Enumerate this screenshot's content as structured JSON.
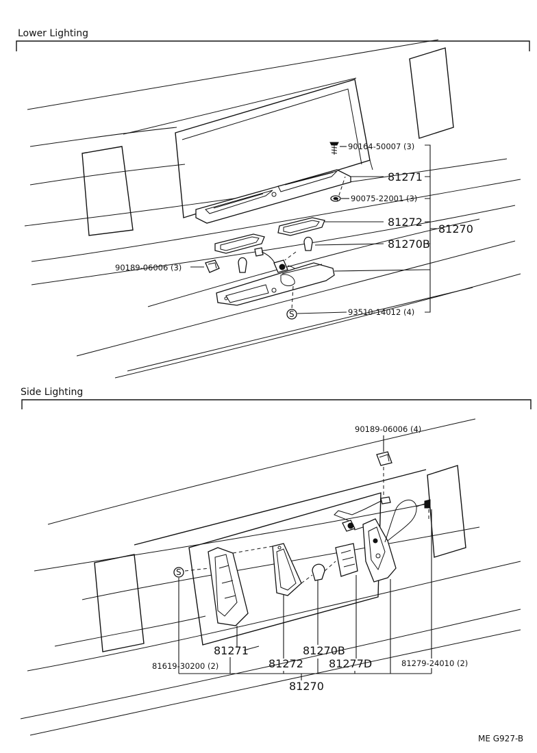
{
  "lower_section": {
    "title": "Lower Lighting",
    "labels": {
      "screw": "90164-50007 (3)",
      "lens": "81271",
      "washer": "90075-22001 (3)",
      "gasket": "81272",
      "assembly": "81270",
      "bulb": "81270B",
      "clip": "90189-06006 (3)",
      "screw_s": "93510-14012 (4)",
      "s_mark": "S"
    }
  },
  "side_section": {
    "title": "Side Lighting",
    "labels": {
      "clip": "90189-06006 (4)",
      "s_mark": "S",
      "lens": "81271",
      "gasket": "81272",
      "bulb": "81270B",
      "socket": "81277D",
      "screw": "81619-30200 (2)",
      "screw2": "81279-24010 (2)",
      "assembly": "81270"
    }
  },
  "footer_ref": "ME  G927-B"
}
